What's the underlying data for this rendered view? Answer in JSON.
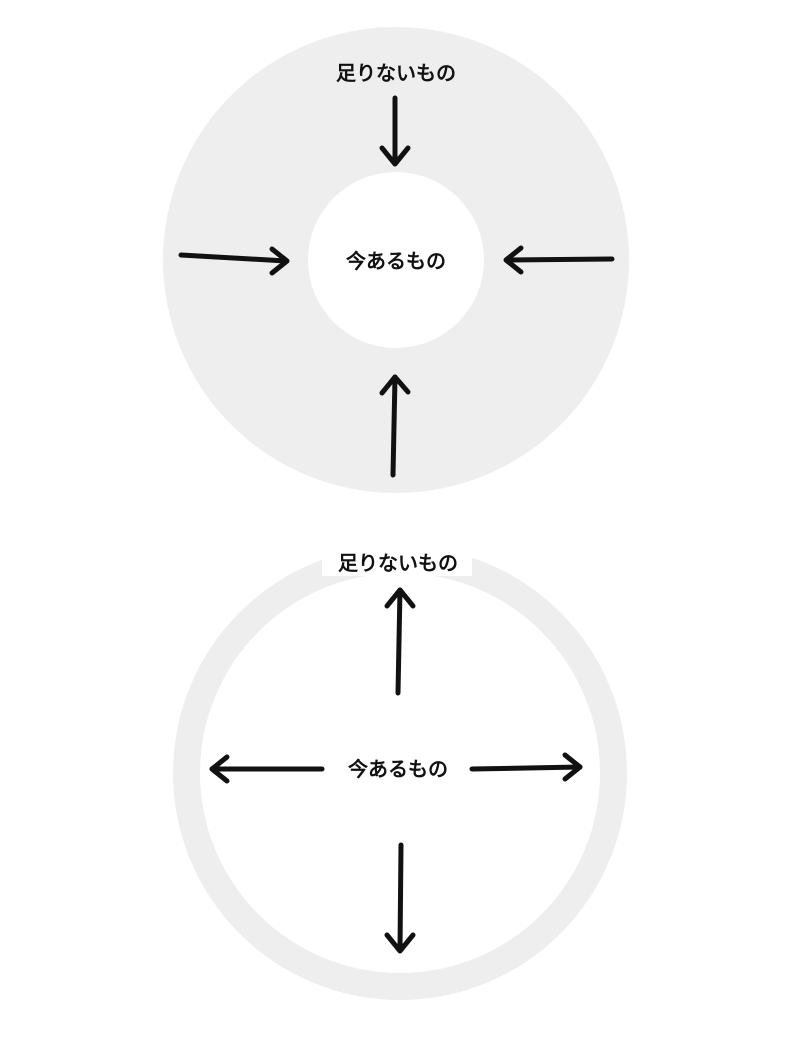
{
  "colors": {
    "background": "#ffffff",
    "ring": "#eeeeee",
    "ink": "#111111"
  },
  "diagrams": [
    {
      "direction": "inward",
      "outer_label": "足りないもの",
      "inner_label": "今あるもの"
    },
    {
      "direction": "outward",
      "outer_label": "足りないもの",
      "inner_label": "今あるもの"
    }
  ]
}
